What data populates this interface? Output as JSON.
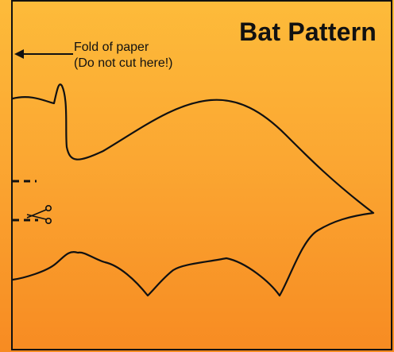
{
  "title": "Bat Pattern",
  "fold_label": {
    "line1": "Fold of paper",
    "line2": "(Do not cut here!)"
  },
  "icons": {
    "arrow": "left-arrow-icon",
    "cut": "scissors-icon"
  },
  "colors": {
    "background_top": "#fdbb3a",
    "background_bottom": "#f78b22",
    "ink": "#111111"
  }
}
